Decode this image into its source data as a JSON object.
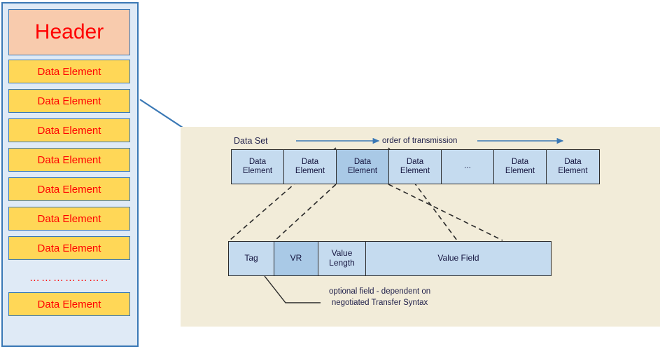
{
  "file_stack": {
    "name": "dicom-file-structure",
    "header_label": "Header",
    "element_label": "Data Element",
    "ellipsis": "……………….",
    "rows": [
      {
        "type": "header",
        "label": "Header"
      },
      {
        "type": "element",
        "label": "Data Element"
      },
      {
        "type": "element",
        "label": "Data Element"
      },
      {
        "type": "element",
        "label": "Data Element"
      },
      {
        "type": "element",
        "label": "Data Element"
      },
      {
        "type": "element",
        "label": "Data Element"
      },
      {
        "type": "element",
        "label": "Data Element"
      },
      {
        "type": "element",
        "label": "Data Element"
      },
      {
        "type": "ellipsis",
        "label": "……………….."
      },
      {
        "type": "element",
        "label": "Data Element"
      }
    ],
    "colors": {
      "panel_background": "#dfeaf6",
      "panel_border": "#3a78b5",
      "header_fill": "#f8cbad",
      "element_fill": "#ffd757",
      "text": "#ff0000"
    }
  },
  "diagram": {
    "name": "dicom-data-set-diagram",
    "background": "#f2ecd9",
    "data_set_label": "Data Set",
    "order_label": "order of transmission",
    "dataset_cells": [
      {
        "line1": "Data",
        "line2": "Element",
        "highlighted": false
      },
      {
        "line1": "Data",
        "line2": "Element",
        "highlighted": false
      },
      {
        "line1": "Data",
        "line2": "Element",
        "highlighted": true
      },
      {
        "line1": "Data",
        "line2": "Element",
        "highlighted": false
      },
      {
        "line1": "...",
        "line2": "",
        "highlighted": false
      },
      {
        "line1": "Data",
        "line2": "Element",
        "highlighted": false
      },
      {
        "line1": "Data",
        "line2": "Element",
        "highlighted": false
      }
    ],
    "detail_cells": [
      {
        "line1": "Tag",
        "line2": "",
        "highlighted": false
      },
      {
        "line1": "VR",
        "line2": "",
        "highlighted": true
      },
      {
        "line1": "Value",
        "line2": "Length",
        "highlighted": false
      },
      {
        "line1": "Value Field",
        "line2": "",
        "highlighted": false
      }
    ],
    "annotation": {
      "line1": "optional field - dependent on",
      "line2": "negotiated Transfer Syntax"
    },
    "colors": {
      "cell_fill": "#c5dbef",
      "cell_fill_highlight": "#a9c9e6",
      "cell_border": "#2b2b2b",
      "arrow": "#3a78b5",
      "dashed": "#2b2b2b",
      "text": "#15153f"
    }
  },
  "connector": {
    "name": "callout-connector",
    "color": "#3a78b5"
  }
}
